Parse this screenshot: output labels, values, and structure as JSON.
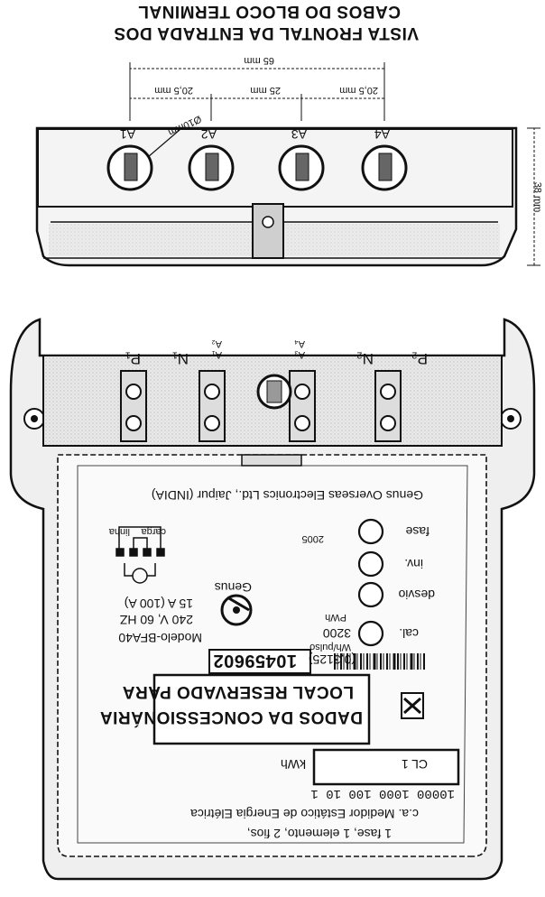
{
  "top_section": {
    "title_line1": "VISTA FRONTAL DA  ENTRADA DOS",
    "title_line2": "CABOS DO BLOCO TERMINAL",
    "dim_total": "65 mm",
    "dim_left": "20,5 mm",
    "dim_middle": "25 mm",
    "dim_right": "20,5 mm",
    "dim_height": "38 mm",
    "hole_diameter": "Ø10mm",
    "terminals": [
      "A1",
      "A2",
      "A3",
      "A4"
    ]
  },
  "terminal_block": {
    "labels": [
      "P₁",
      "N₁",
      "A₁",
      "A₂",
      "A₃",
      "A₄",
      "N₂",
      "P₂"
    ]
  },
  "nameplate": {
    "manufacturer": "Genus Overseas Electronics Ltd., Jaipur (INDIA)",
    "diagram_label_line": "linha",
    "diagram_label_load": "carga",
    "year": "2005",
    "brand": "Genus",
    "indicators": [
      "fase",
      "inv.",
      "desvio",
      "cal."
    ],
    "model": "Modelo-BFA40",
    "voltage": "240 V, 60 HZ",
    "current": "15 A (100 A)",
    "constant": "3200",
    "constant_unit": "Wh/pulso",
    "constant_sub": "(0,3125)",
    "pwh": "PWh",
    "serial": "10459602",
    "reserved_line1": "LOCAL RESERVADO PARA",
    "reserved_line2": "DADOS DA CONCESSIONÁRIA",
    "kwh_unit": "kWh",
    "register_digits": "10000  1000  100  10   1",
    "class": "CL 1",
    "desc_line1": "c.a. Medidor Estático de Energia Elétrica",
    "desc_line2": "1 fase, 1 elemento, 2 fios,"
  }
}
